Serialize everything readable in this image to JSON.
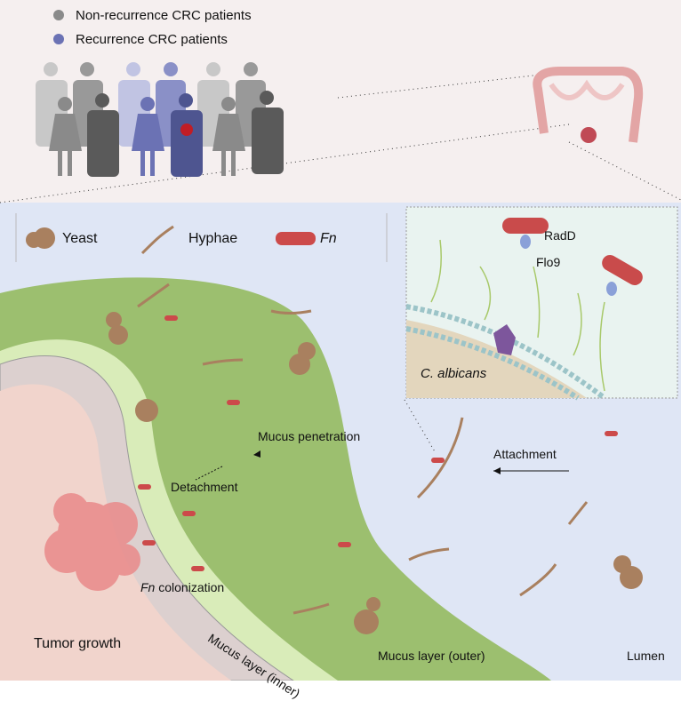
{
  "legend_top": {
    "non_recurrence": "Non-recurrence CRC patients",
    "recurrence": "Recurrence CRC patients",
    "non_recurrence_color": "#8a8a8a",
    "recurrence_color": "#6b72b4"
  },
  "legend_micro": {
    "yeast": "Yeast",
    "hyphae": "Hyphae",
    "fn": "Fn"
  },
  "inset": {
    "radd": "RadD",
    "flo9": "Flo9",
    "organism": "C. albicans"
  },
  "labels": {
    "mucus_penetration": "Mucus penetration",
    "detachment": "Detachment",
    "attachment": "Attachment",
    "fn_word": "Fn",
    "colonization": " colonization",
    "tumor_growth": "Tumor growth",
    "mucus_inner": "Mucus layer (inner)",
    "mucus_outer": "Mucus layer (outer)",
    "lumen": "Lumen"
  },
  "colors": {
    "top_panel": "#f5efef",
    "lumen": "#dfe6f5",
    "mucus_outer": "#9cbf6f",
    "mucus_inner": "#d9ecb9",
    "tumor": "#e98a8a",
    "fn": "#cc4a4a",
    "yeast": "#a9805f"
  }
}
